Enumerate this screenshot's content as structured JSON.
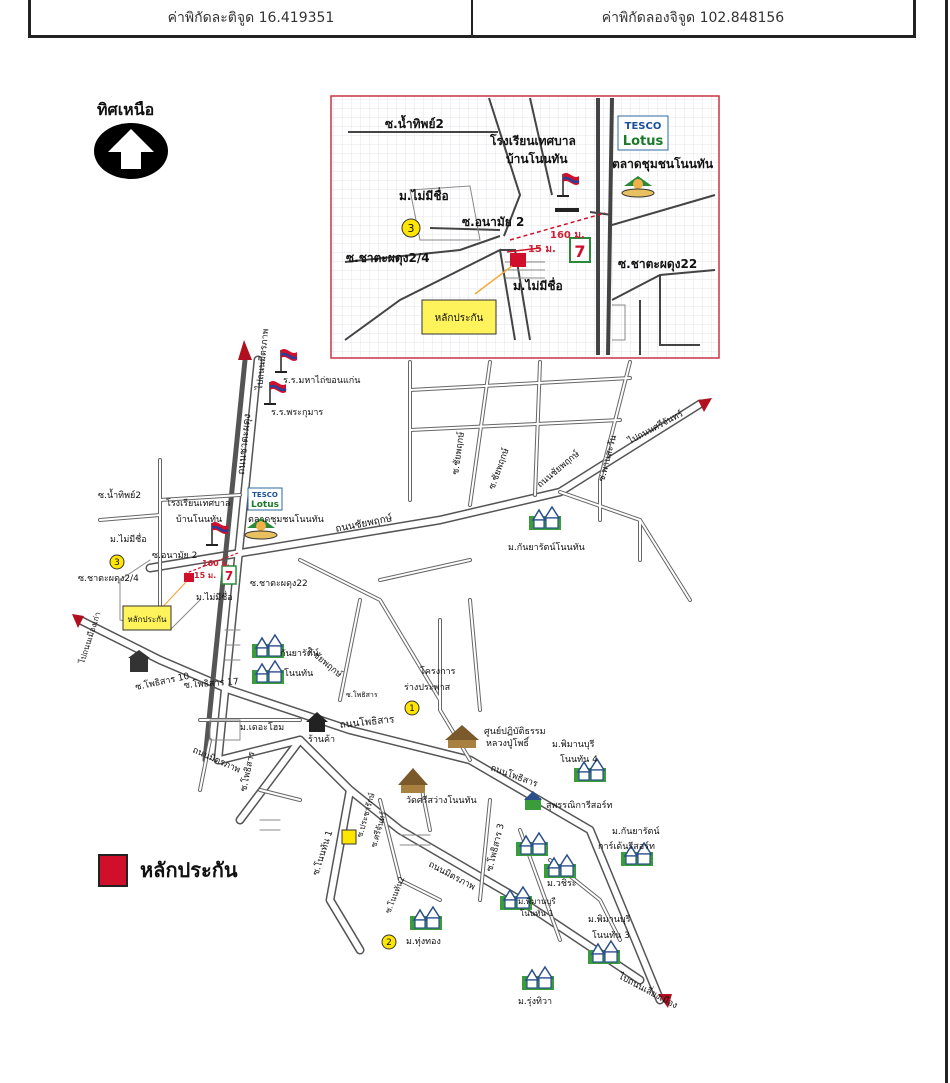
{
  "coords": {
    "lat_label": "ค่าพิกัดละติจูด 16.419351",
    "lng_label": "ค่าพิกัดลองจิจูด 102.848156"
  },
  "north": {
    "label": "ทิศเหนือ"
  },
  "colors": {
    "collateral": "#d0102a",
    "road": "#ffffff",
    "road_casing": "#555555",
    "inset_border": "#cc3344",
    "callout_bg": "#fff35c",
    "route_marker": "#ffe600"
  },
  "inset": {
    "road_nam_thip": "ซ.น้ำทิพย์2",
    "school_line1": "โรงเรียนเทศบาล",
    "school_line2": "บ้านโนนทัน",
    "tesco_line1": "TESCO",
    "tesco_line2": "Lotus",
    "market": "ตลาดชุมชนโนนทัน",
    "village_no_name_top": "ม.ไม่มีชื่อ",
    "marker_3": "3",
    "road_anamai": "ซ.อนามัย 2",
    "dist_160": "160 ม.",
    "dist_15": "15 ม.",
    "road_chatapadung_24": "ซ.ชาตะผดุง2/4",
    "road_chatapadung_22": "ซ.ชาตะผดุง22",
    "village_no_name_bottom": "ม.ไม่มีชื่อ",
    "callout": "หลักประกัน",
    "seven_eleven": "7"
  },
  "main": {
    "school_maha": "ร.ร.มหาไถ่ขอนแก่น",
    "school_phrakuman": "ร.ร.พระกุมาร",
    "road_to_mittraphap": "ไปถนนมิตรภาพ",
    "road_chatapadung": "ถนนชาตะผดุง",
    "road_chaiyaphruek": "ถนนชัยพฤกษ์",
    "road_to_sri_chan": "ไปถนนศรีจันทร์",
    "road_chaiyaphruek_soi_a": "ซ.ชัยพฤกษ์",
    "road_chaiyaphruek_soi_b": "ซ.ชัยพฤกษ์",
    "road_chaiyaphruek_side": "ถนนชัยพฤกษ์",
    "road_phan_sa_wan": "ซ.พานสะวัน",
    "village_kanyarat_nonthan": "ม.กันยารัตน์โนนทัน",
    "road_nam_thip": "ซ.น้ำทิพย์2",
    "school_line1": "โรงเรียนเทศบาล",
    "school_line2": "บ้านโนนทัน",
    "tesco_line1": "TESCO",
    "tesco_line2": "Lotus",
    "market": "ตลาดชุมชนโนนทัน",
    "village_no_name_1": "ม.ไม่มีชื่อ",
    "marker_3": "3",
    "road_anamai": "ซ.อนามัย 2",
    "dist_160": "160 ม.",
    "dist_15": "15 ม.",
    "road_chatapadung_24": "ซ.ชาตะผดุง2/4",
    "road_chatapadung_22": "ซ.ชาตะผดุง22",
    "village_no_name_2": "ม.ไม่มีชื่อ",
    "callout": "หลักประกัน",
    "road_to_muang_kao": "ไปถนนเมืองเก่า",
    "kanyarat_a": "กันยารัตน์",
    "kanyarat_b": "โนนทัน",
    "road_phosan_10": "ซ.โพธิสาร 10",
    "road_phosan_17": "ซ.โพธิสาร 17",
    "road_chaiyaphruek_small": "ซ.ชัยพฤกษ์",
    "road_phosan_b": "ซ.โพธิสาร",
    "project_line1": "โครงการ",
    "project_line2": "ร่างประพาส",
    "marker_1": "1",
    "road_phosan": "ถนนโพธิสาร",
    "shop": "ร้านค้า",
    "village_the_home": "ม.เดอะโฮม",
    "road_mittraphap": "ถนนมิตรภาพ",
    "center_line1": "ศูนย์ปฏิบัติธรรม",
    "center_line2": "หลวงปู่โพธิ์",
    "road_phosan_2": "ถนนโพธิสาร",
    "village_phiman_4_line1": "ม.พิมานบุรี",
    "village_phiman_4_line2": "โนนทัน 4",
    "road_phosan_side": "ซ.โพธิสาร",
    "wat": "วัดศรีสว่างโนนทัน",
    "resort": "สุพรรณิการีสอร์ท",
    "village_kanyarat_garden_line1": "ม.กันยารัตน์",
    "village_kanyarat_garden_line2": "การ์เด้นรีสอร์ท",
    "road_pracharak": "ซ.ประชารักษ์",
    "road_sri_chan": "ซ.ศรีจันทร์",
    "road_phosan_3": "ซ.โพธิสาร 3",
    "road_mittraphap_2": "ถนนมิตรภาพ",
    "road_nonthan_1": "ซ.โนนทัน 1",
    "village_wachira": "ม.วชิระ",
    "village_phiman_1_line1": "ม.พิมานบุรี",
    "village_phiman_1_line2": "โนนทัน 1",
    "road_nonthan_2": "ซ.โนนทัน2",
    "village_phiman_3_line1": "ม.พิมานบุรี",
    "village_phiman_3_line2": "โนนทัน 3",
    "village_thungthong": "ม.ทุ่งทอง",
    "marker_2": "2",
    "village_rungthiwa": "ม.รุ่งทิวา",
    "road_to_muang_kao_2": "ไปถนนเลี่ยงเมือง",
    "seven_eleven": "7"
  },
  "legend": {
    "label": "หลักประกัน"
  }
}
